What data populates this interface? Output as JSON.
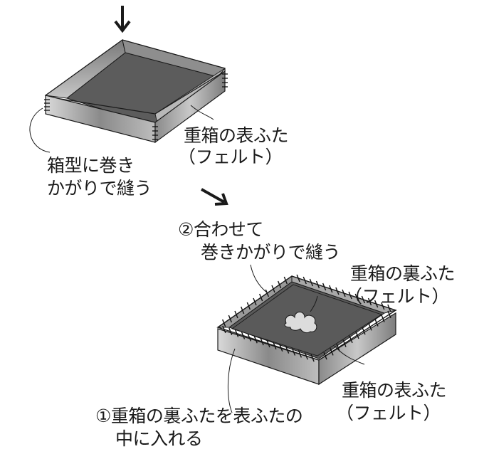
{
  "labels": {
    "box_lid_outer": "重箱の表ふた",
    "box_lid_outer_material": "（フェルト）",
    "wrap_stitch_line1": "箱型に巻き",
    "wrap_stitch_line2": "かがりで縫う",
    "step2_line1": "②合わせて",
    "step2_line2": "巻きかがりで縫う",
    "inner_lid": "重箱の裏ふた",
    "inner_lid_material": "（フェルト）",
    "outer_lid": "重箱の表ふた",
    "outer_lid_material": "（フェルト）",
    "step1_line1": "①重箱の裏ふたを表ふたの",
    "step1_line2": "中に入れる"
  },
  "colors": {
    "felt_dark": "#5a5a5a",
    "felt_mid": "#8a8a8a",
    "felt_light": "#cfcfcf",
    "line": "#1a1a1a",
    "stitch": "#111111",
    "motif": "#d8d8d8"
  }
}
